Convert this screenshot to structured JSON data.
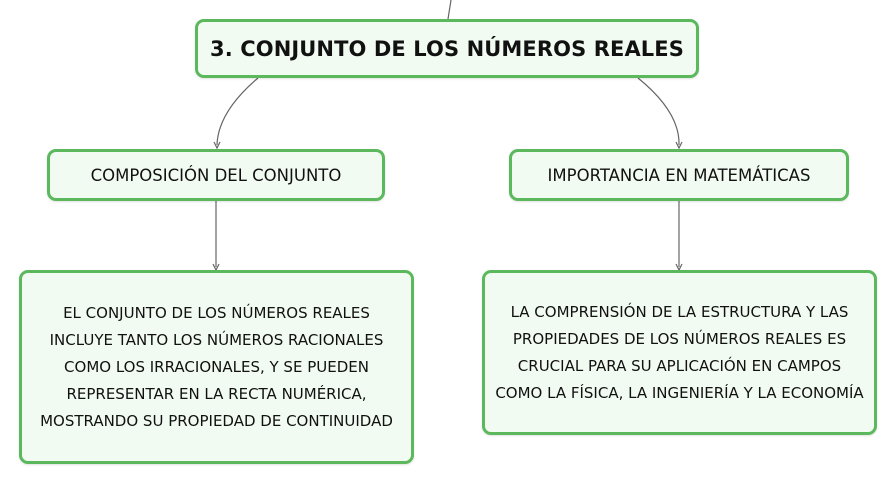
{
  "diagram": {
    "main_topic": "3. CONJUNTO DE LOS NÚMEROS REALES",
    "branches": [
      {
        "title": "COMPOSICIÓN DEL CONJUNTO",
        "detail": "EL CONJUNTO DE LOS NÚMEROS REALES INCLUYE TANTO LOS NÚMEROS RACIONALES COMO LOS IRRACIONALES, Y SE PUEDEN REPRESENTAR EN LA RECTA NUMÉRICA, MOSTRANDO SU PROPIEDAD DE CONTINUIDAD"
      },
      {
        "title": "IMPORTANCIA EN MATEMÁTICAS",
        "detail": "LA COMPRENSIÓN DE LA ESTRUCTURA Y LAS PROPIEDADES DE LOS NÚMEROS REALES ES CRUCIAL PARA SU APLICACIÓN EN CAMPOS COMO LA FÍSICA, LA INGENIERÍA Y LA ECONOMÍA"
      }
    ]
  },
  "colors": {
    "node_border": "#5cb85c",
    "node_fill": "#f2fbf2",
    "connector": "#666666",
    "text": "#111111"
  }
}
